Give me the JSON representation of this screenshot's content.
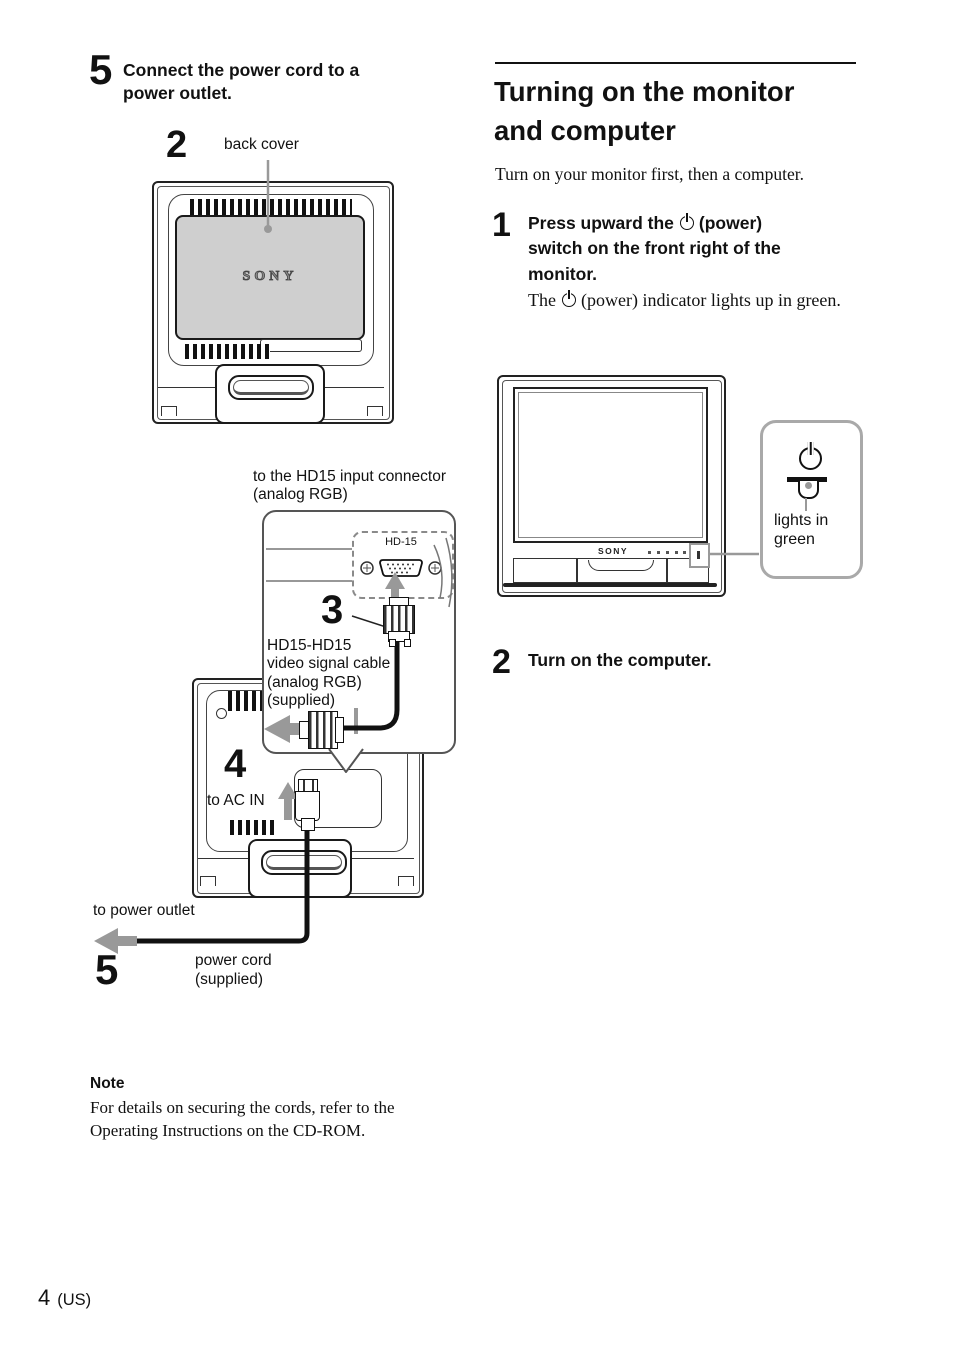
{
  "left": {
    "step5_connect": {
      "number": "5",
      "label": "Connect the power cord to a power outlet."
    },
    "back_cover": {
      "number": "2",
      "label": "back cover"
    },
    "monitor_back_logo": "SONY",
    "hd15_pointer": {
      "line1": "to the HD15 input connector",
      "line2": "(analog RGB)"
    },
    "hd15_callout": {
      "port_label": "HD-15",
      "step_number": "3",
      "cable_lines": [
        "HD15-HD15",
        "video signal cable",
        "(analog RGB)",
        "(supplied)"
      ]
    },
    "ac_in": {
      "number": "4",
      "label": "to AC IN"
    },
    "power_outlet_label": "to power outlet",
    "power_cord": {
      "number": "5",
      "line1": "power cord",
      "line2": "(supplied)"
    },
    "note": {
      "title": "Note",
      "body": "For details on securing the cords, refer to the Operating Instructions on the CD-ROM."
    }
  },
  "right": {
    "heading": "Turning on the monitor and computer",
    "intro": "Turn on your monitor first, then a computer.",
    "step1": {
      "number": "1",
      "label_pre": "Press upward the",
      "label_post": "(power) switch on the front right of the monitor.",
      "detail_pre": "The",
      "detail_post": "(power) indicator lights up in green."
    },
    "monitor_front_logo": "SONY",
    "indicator_callout": {
      "line1": "lights in",
      "line2": "green"
    },
    "step2": {
      "number": "2",
      "label": "Turn on the computer."
    }
  },
  "footer": {
    "page_number": "4",
    "region": "(US)"
  },
  "colors": {
    "line": "#1a1a1a",
    "leader_gray": "#999999",
    "back_cover_fill": "#cfcfcf"
  }
}
